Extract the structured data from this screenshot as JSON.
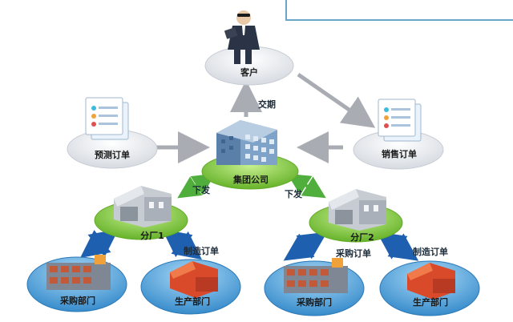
{
  "nodes": {
    "customer": "客户",
    "forecast_order": "预测订单",
    "sales_order": "销售订单",
    "group_company": "集团公司",
    "branch1": "分厂1",
    "branch2": "分厂2",
    "purchase_dept_1": "采购部门",
    "production_dept_1": "生产部门",
    "purchase_dept_2": "采购部门",
    "production_dept_2": "生产部门"
  },
  "edge_labels": {
    "delivery": "交期",
    "issue_1": "下发",
    "issue_2": "下发",
    "mfg_order_1": "制造订单",
    "mfg_order_2": "制造订单",
    "purchase_order": "采购订单"
  },
  "colors": {
    "blue_disc": "#4a9fd8",
    "green_disc": "#7cc63a",
    "gray_disc": "#e6e9ee",
    "gray_arrow": "#a9adb3",
    "green_arrow": "#4fae3c",
    "blue_arrow": "#1f5fb0"
  }
}
